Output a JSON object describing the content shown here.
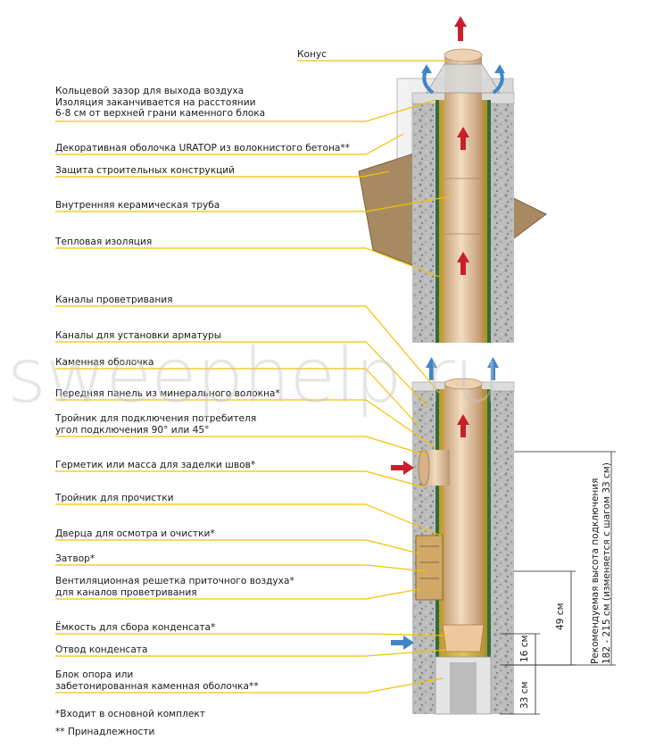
{
  "labels": [
    {
      "id": "konus",
      "lines": [
        "Конус"
      ]
    },
    {
      "id": "gap",
      "lines": [
        "Кольцевой зазор для выхода воздуха",
        "Изоляция заканчивается на расстоянии",
        "6-8 см от верхней грани каменного блока"
      ]
    },
    {
      "id": "shell",
      "lines": [
        "Декоративная оболочка URATOP из волокнистого бетона**"
      ]
    },
    {
      "id": "protect",
      "lines": [
        "Защита строительных конструкций"
      ]
    },
    {
      "id": "ceramic",
      "lines": [
        "Внутренняя керамическая труба"
      ]
    },
    {
      "id": "thermal",
      "lines": [
        "Тепловая изоляция"
      ]
    },
    {
      "id": "vent",
      "lines": [
        "Каналы проветривания"
      ]
    },
    {
      "id": "rebar",
      "lines": [
        "Каналы для установки арматуры"
      ]
    },
    {
      "id": "stone",
      "lines": [
        "Каменная оболочка"
      ]
    },
    {
      "id": "panel",
      "lines": [
        "Передняя панель из минерального волокна*"
      ]
    },
    {
      "id": "tee",
      "lines": [
        "Тройник для подключения потребителя",
        "угол подключения 90° или 45°"
      ]
    },
    {
      "id": "sealant",
      "lines": [
        "Герметик или масса для заделки швов*"
      ]
    },
    {
      "id": "cleantee",
      "lines": [
        "Тройник для прочистки"
      ]
    },
    {
      "id": "door",
      "lines": [
        "Дверца для осмотра и очистки*"
      ]
    },
    {
      "id": "damper",
      "lines": [
        "Затвор*"
      ]
    },
    {
      "id": "grille",
      "lines": [
        "Вентиляционная решетка приточного воздуха*",
        "для каналов проветривания"
      ]
    },
    {
      "id": "tank",
      "lines": [
        "Ёмкость для сбора конденсата*"
      ]
    },
    {
      "id": "drain",
      "lines": [
        "Отвод конденсата"
      ]
    },
    {
      "id": "base",
      "lines": [
        "Блок опора или",
        "забетонированная каменная оболочка**"
      ]
    }
  ],
  "footnotes": {
    "included": "*Входит в основной комплект",
    "accessories": "** Принадлежности"
  },
  "dimensions": {
    "d16": "16 см",
    "d33": "33 см",
    "d49": "49 см",
    "rec1": "Рекомендуемая высота подключения",
    "rec2": "182 - 215 см (изменяется с шагом 33 см)"
  },
  "watermark": "sweephelp.ru",
  "colors": {
    "leader": "#f2c200",
    "ceramic": "#e8c9a2",
    "insulation": "#d4b24a",
    "stone": "#c8c8c8",
    "arrow_hot": "#c8202a",
    "arrow_cold": "#3f86c8",
    "roof": "#a88a62"
  }
}
